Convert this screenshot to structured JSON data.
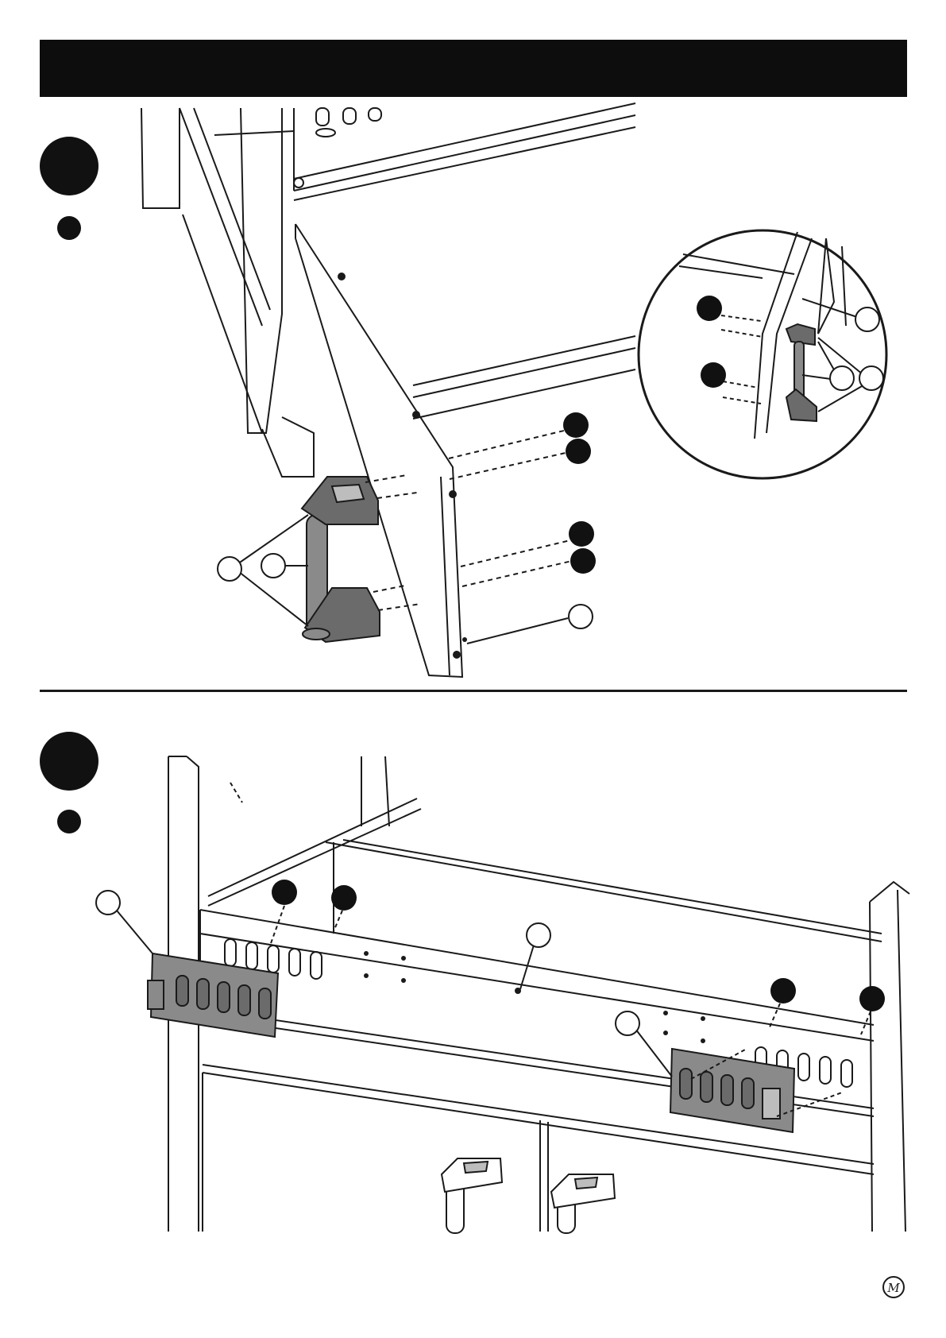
{
  "page": {
    "header_text": "",
    "brand_logo": "M"
  },
  "step_1": {
    "step_number": "",
    "callouts_filled": [
      "",
      "",
      "",
      "",
      "",
      "",
      ""
    ],
    "callouts_open": [
      "",
      "",
      "",
      "",
      "",
      ""
    ]
  },
  "step_2": {
    "step_number": "",
    "callouts_filled": [
      "",
      "",
      "",
      "",
      ""
    ],
    "callouts_open": [
      "",
      "",
      ""
    ]
  },
  "colors": {
    "ink": "#1a1a1a",
    "part_grey": "#8a8a8a",
    "part_dark": "#555555",
    "header": "#0d0d0d"
  },
  "icons": {
    "step_marker": "filled-circle",
    "part_callout": "open-circle",
    "screw_callout": "filled-circle",
    "logo": "m-monogram-circle"
  }
}
